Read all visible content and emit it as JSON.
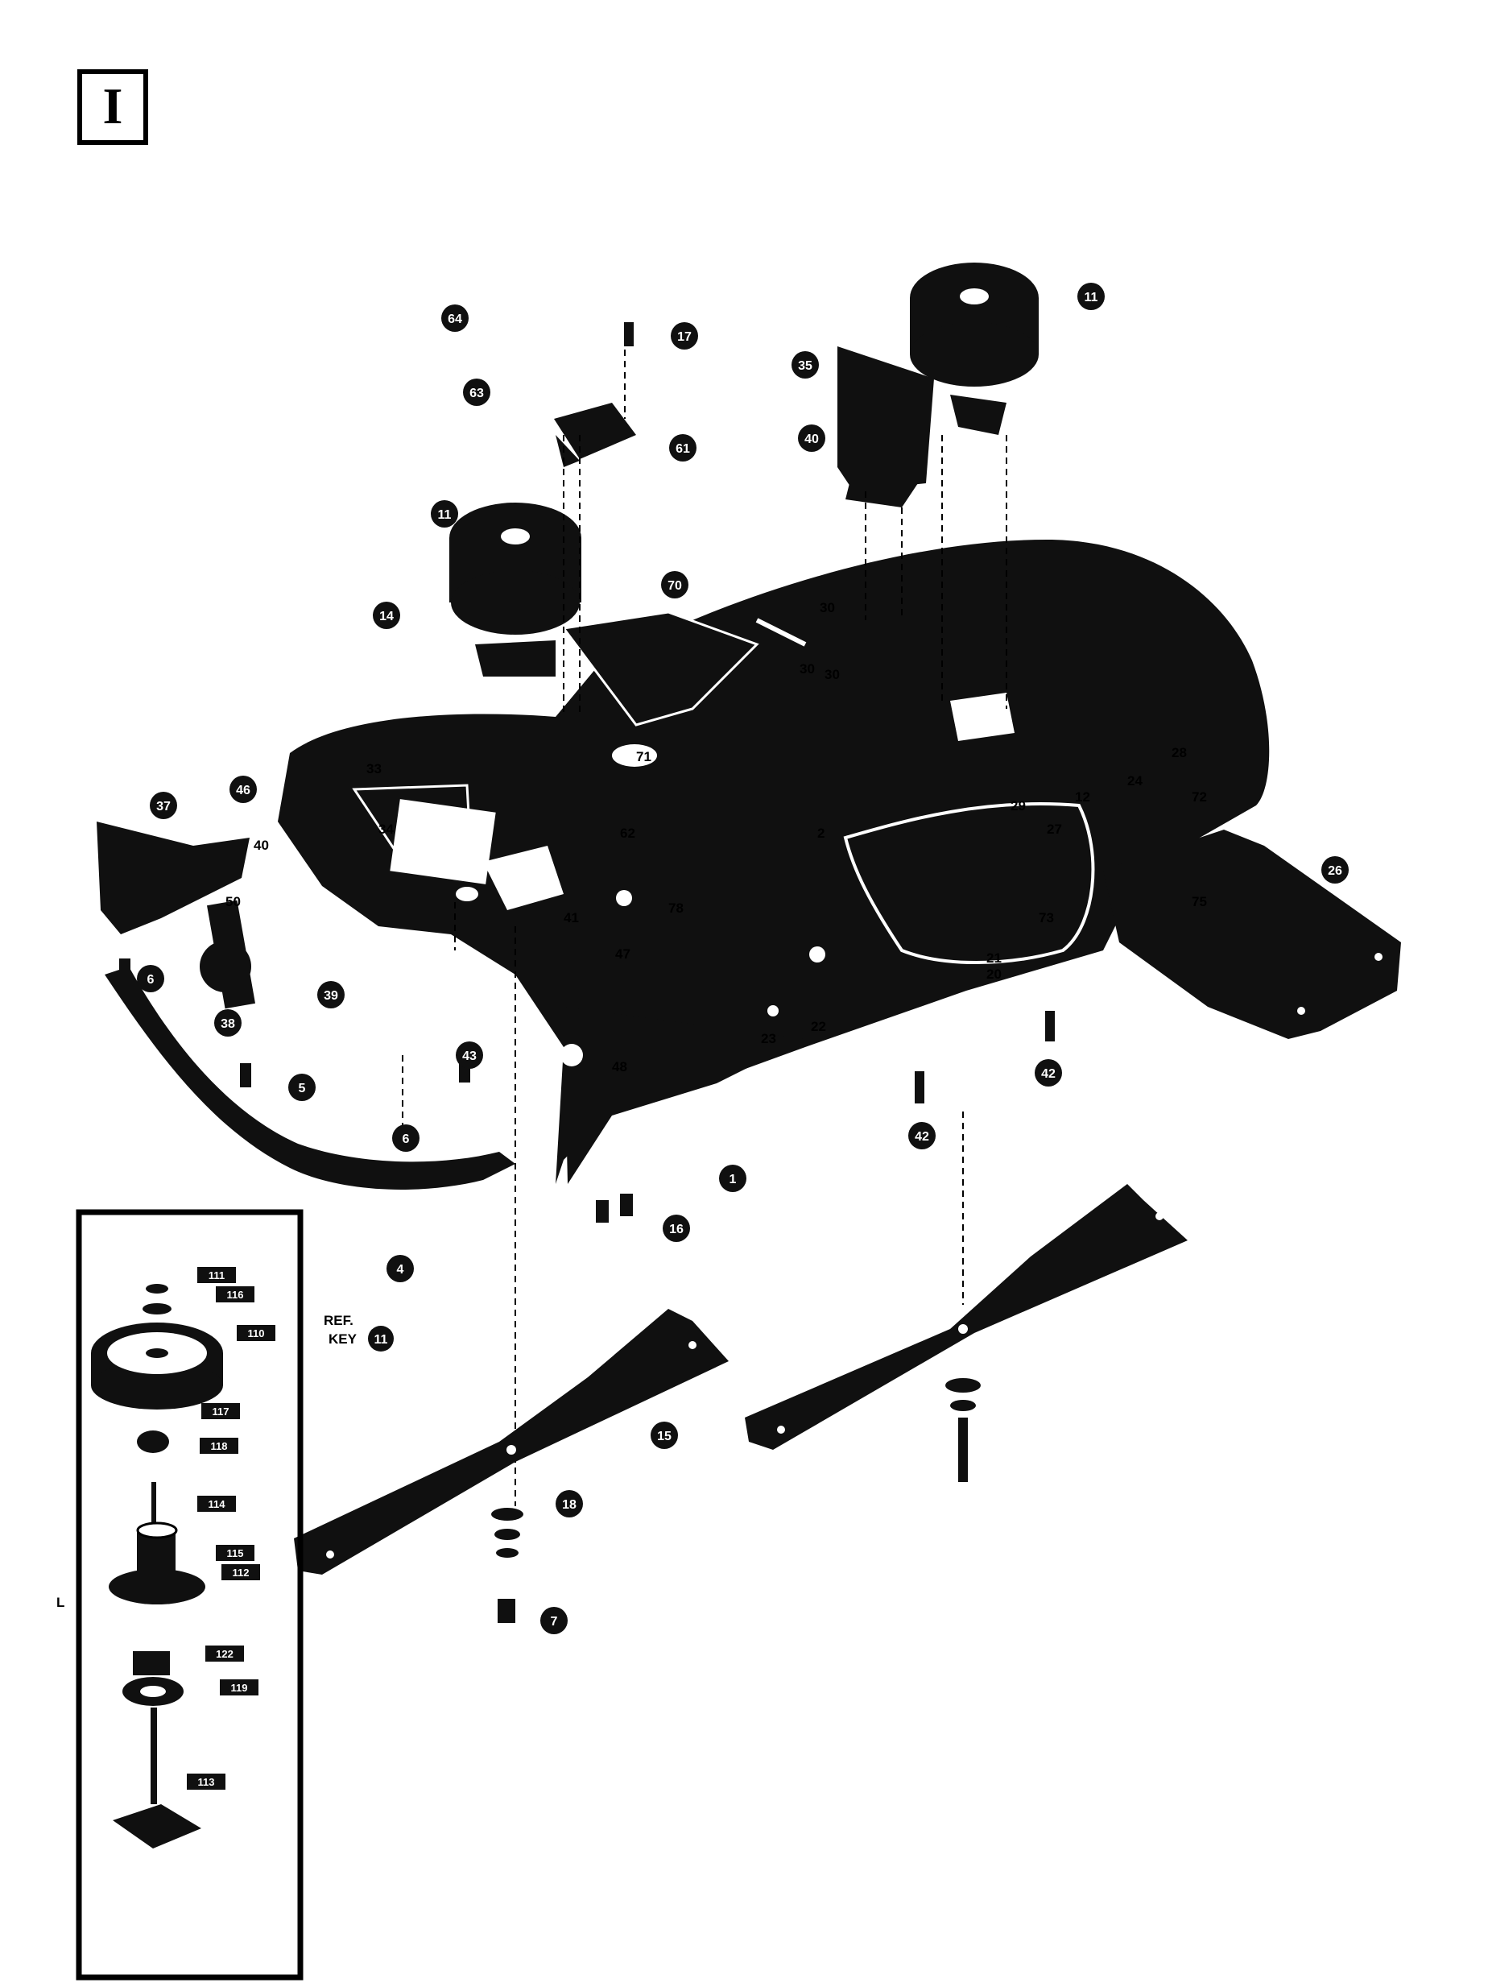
{
  "section_letter": "I",
  "colors": {
    "ink": "#000000",
    "paper": "#ffffff",
    "part_fill": "#101010",
    "highlight": "#6e6e6e"
  },
  "inset": {
    "ref_line1": "REF.",
    "ref_line2": "KEY",
    "ref_key": "11"
  },
  "callouts": {
    "c64": "64",
    "c63": "63",
    "c17": "17",
    "c61": "61",
    "c35": "35",
    "c11": "11",
    "c40": "40",
    "c11b": "11",
    "c14": "14",
    "c70": "70",
    "c37": "37",
    "c46": "46",
    "c6": "6",
    "c38": "38",
    "c39": "39",
    "c5": "5",
    "c43": "43",
    "c6b": "6",
    "c4": "4",
    "c1": "1",
    "c15": "15",
    "c42": "42",
    "c42b": "42",
    "c26": "26",
    "c16": "16",
    "c18": "18",
    "c7": "7"
  },
  "labels": {
    "l30a": "30",
    "l30b": "30",
    "l30c": "30",
    "l71": "71",
    "l33": "33",
    "l34": "34",
    "l62": "62",
    "l78": "78",
    "l41": "41",
    "l47": "47",
    "l48": "48",
    "l2": "2",
    "l27": "27",
    "l29": "29",
    "l28": "28",
    "l24": "24",
    "l12": "12",
    "l72": "72",
    "l75": "75",
    "l73": "73",
    "l21": "21",
    "l20": "20",
    "l23": "23",
    "l22": "22",
    "l40s": "40",
    "l50": "50"
  },
  "inset_labels": {
    "s1": "111",
    "s2": "116",
    "s3": "110",
    "s4": "117",
    "s5": "118",
    "s6": "114",
    "s7": "115",
    "s8": "112",
    "s9": "122",
    "s10": "119",
    "s11": "113"
  }
}
